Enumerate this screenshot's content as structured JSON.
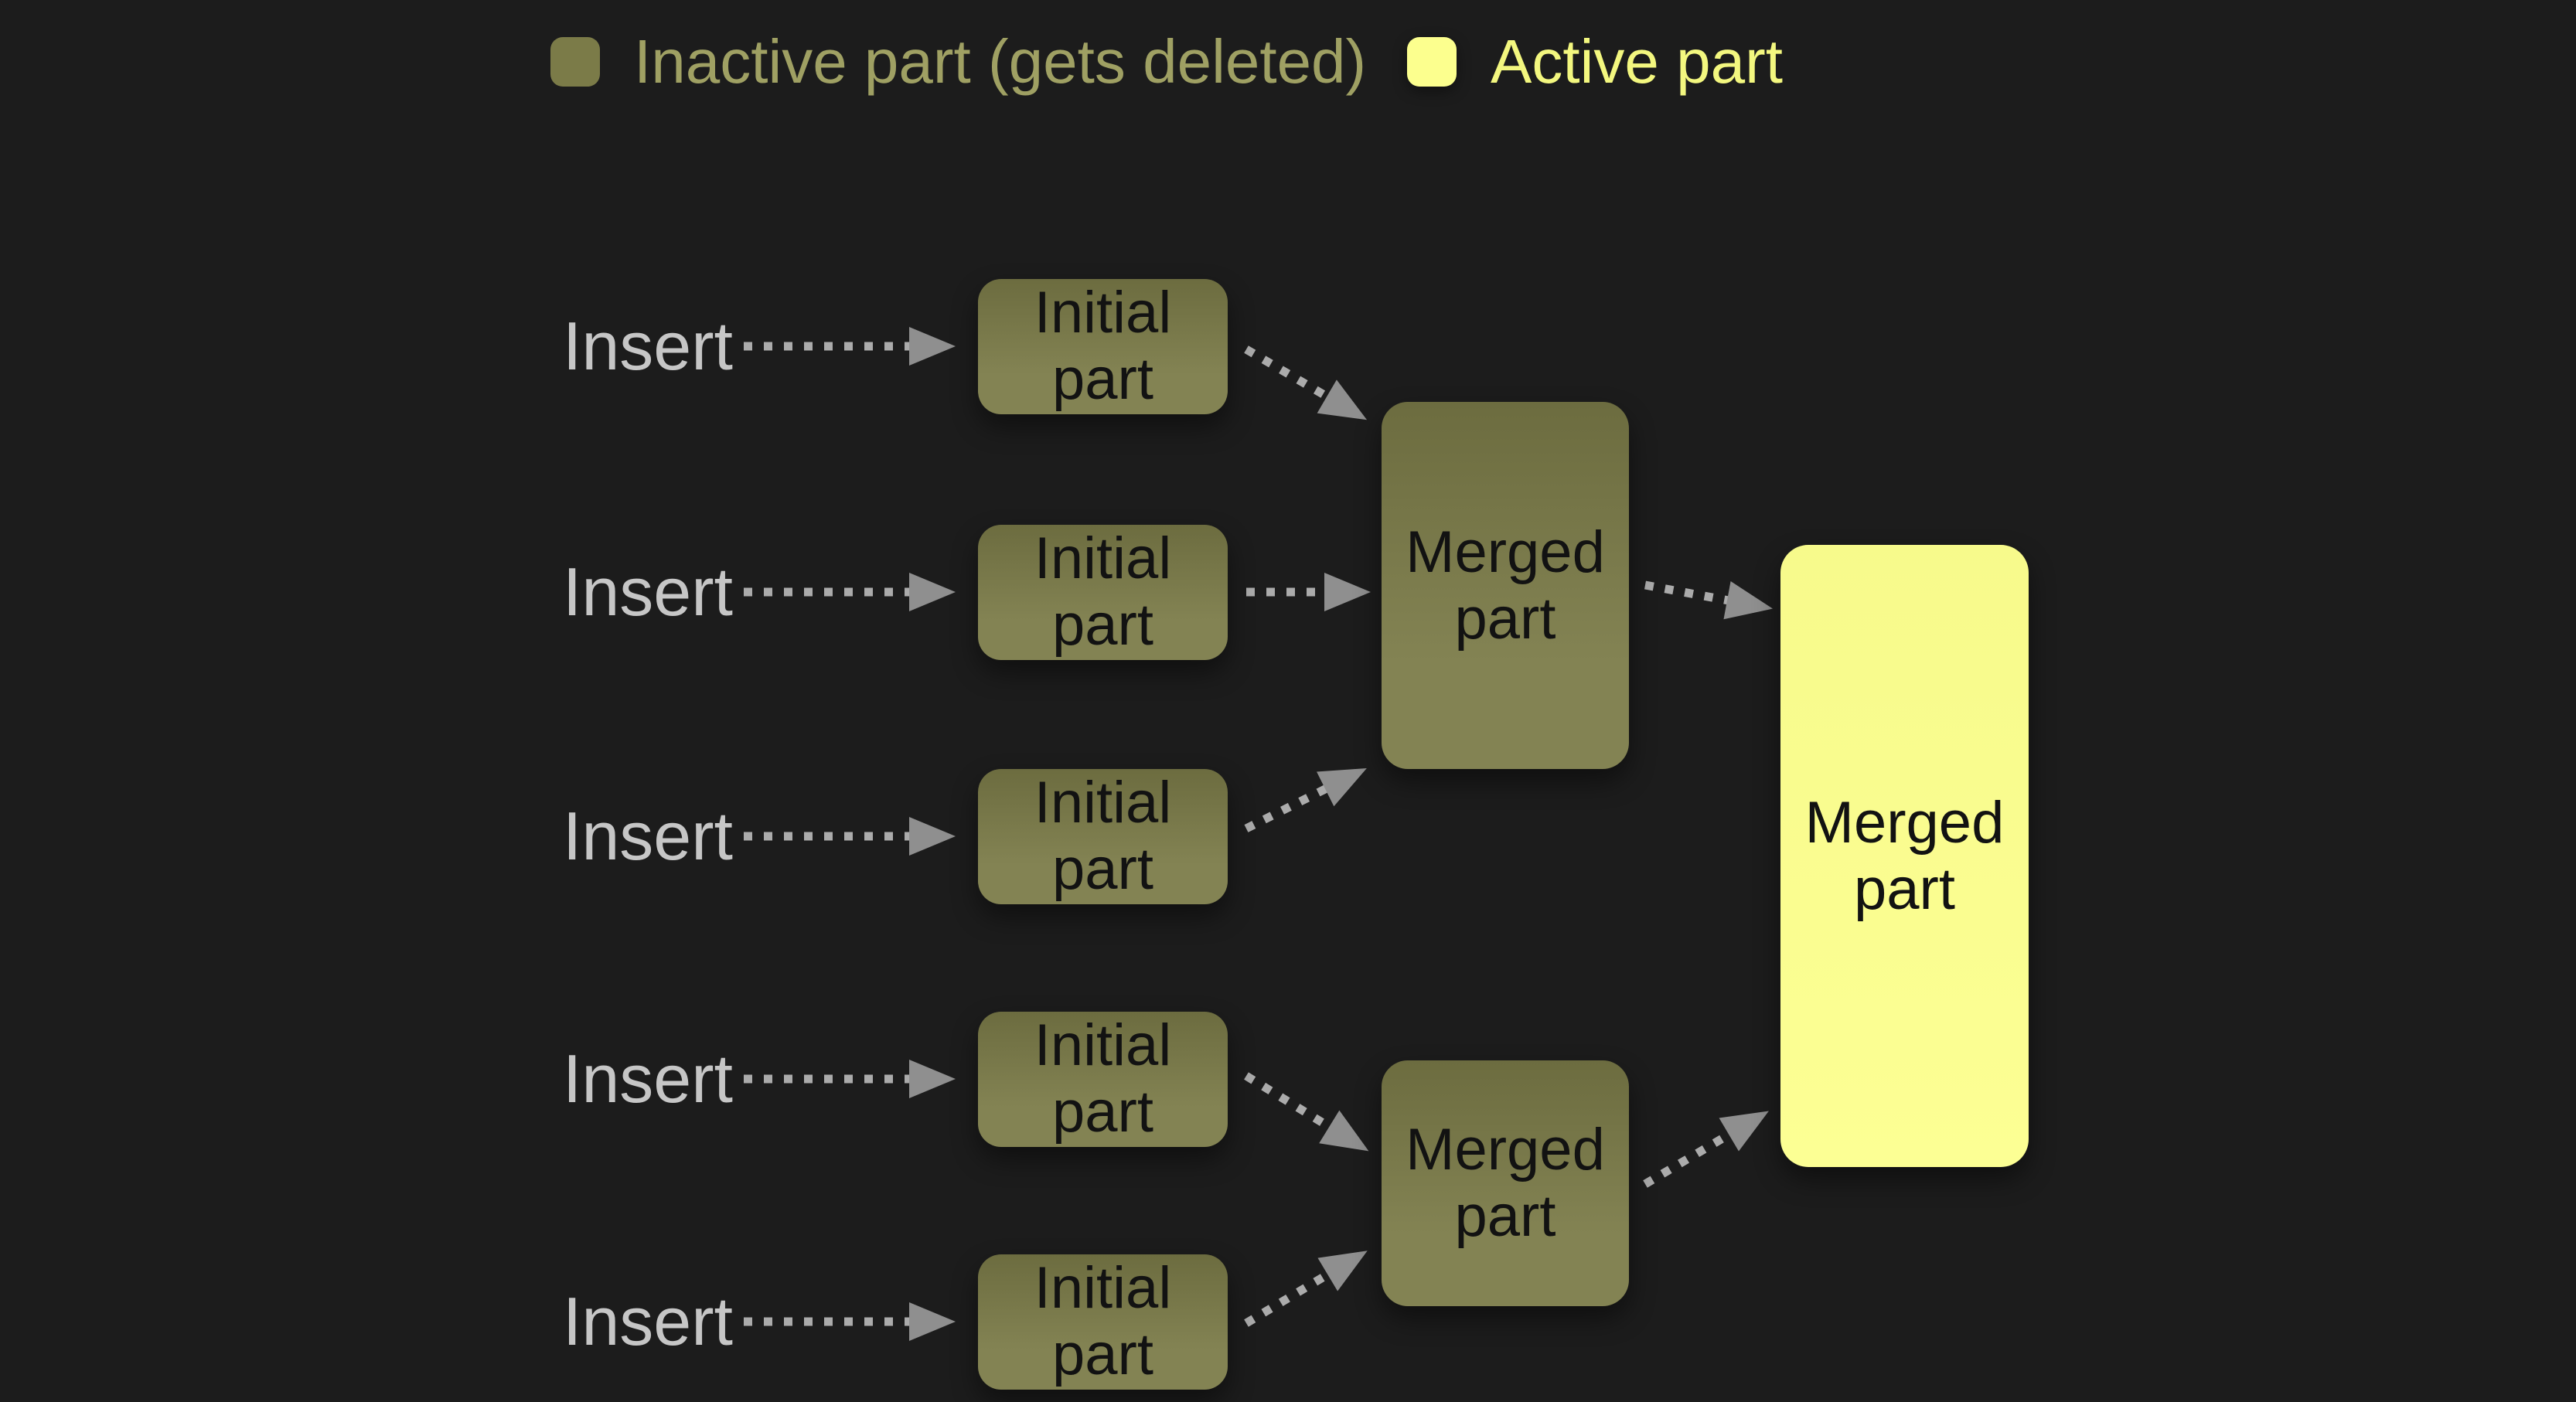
{
  "legend": {
    "items": [
      {
        "id": "inactive",
        "label": "Inactive part (gets deleted)"
      },
      {
        "id": "active",
        "label": "Active part"
      }
    ]
  },
  "labels": {
    "insert": "Insert",
    "initial_part": "Initial part",
    "merged_part": "Merged part"
  },
  "structure": {
    "insert_rows": 5,
    "initial_parts": 5,
    "intermediate_merged_parts": 2,
    "final_merged_parts": 1
  },
  "colors": {
    "background": "#1c1c1c",
    "inactive_fill": "#7b7b48",
    "active_fill": "#fcff8e",
    "node_text": "#121212",
    "insert_text": "#c6c6c6",
    "legend_inactive_text": "#9fa063",
    "legend_active_text": "#f3f77f",
    "arrow_dots": "#ababab",
    "arrowhead": "#8f8f8f"
  }
}
